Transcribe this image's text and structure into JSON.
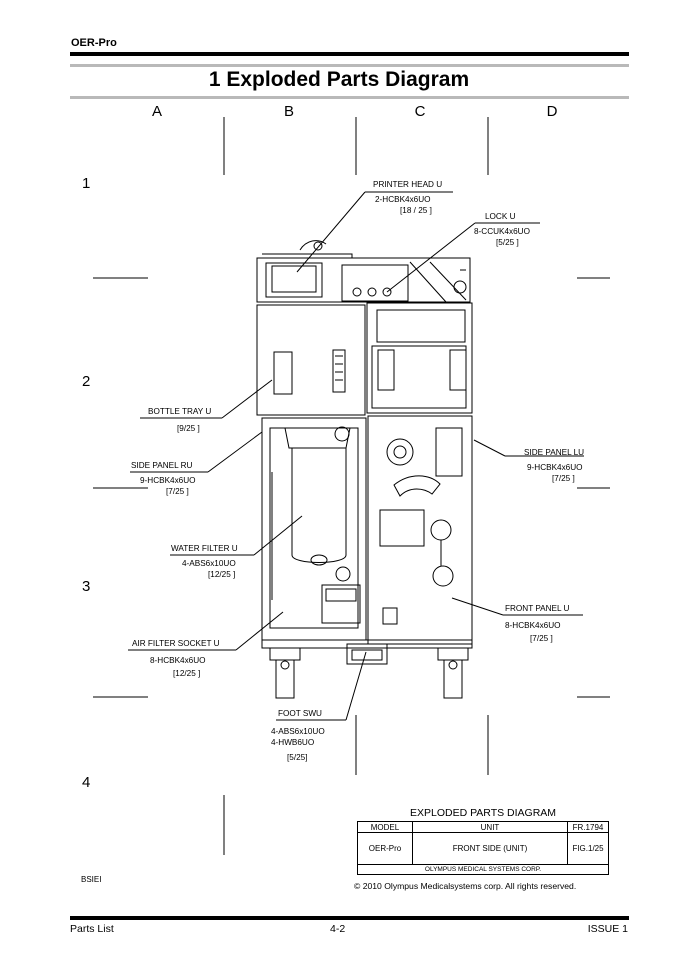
{
  "header": {
    "model": "OER-Pro"
  },
  "page_title": "1 Exploded Parts Diagram",
  "grid": {
    "columns": [
      "A",
      "B",
      "C",
      "D"
    ],
    "rows": [
      "1",
      "2",
      "3",
      "4"
    ]
  },
  "callouts": {
    "printer_head": {
      "name": "PRINTER HEAD U",
      "part": "2-HCBK4x6UO",
      "ref": "[18 / 25 ]"
    },
    "lock": {
      "name": "LOCK U",
      "part": "8-CCUK4x6UO",
      "ref": "[5/25 ]"
    },
    "bottle_tray": {
      "name": "BOTTLE TRAY U",
      "ref": "[9/25 ]"
    },
    "side_panel_ru": {
      "name": "SIDE PANEL RU",
      "part": "9-HCBK4x6UO",
      "ref": "[7/25 ]"
    },
    "side_panel_lu": {
      "name": "SIDE PANEL LU",
      "part": "9-HCBK4x6UO",
      "ref": "[7/25 ]"
    },
    "water_filter": {
      "name": "WATER FILTER U",
      "part": "4-ABS6x10UO",
      "ref": "[12/25 ]"
    },
    "front_panel": {
      "name": "FRONT PANEL U",
      "part": "8-HCBK4x6UO",
      "ref": "[7/25 ]"
    },
    "air_filter_socket": {
      "name": "AIR FILTER SOCKET U",
      "part": "8-HCBK4x6UO",
      "ref": "[12/25 ]"
    },
    "foot_sw": {
      "name": "FOOT SWU",
      "part1": "4-ABS6x10UO",
      "part2": "4-HWB6UO",
      "ref": "[5/25]"
    }
  },
  "title_block": {
    "heading": "EXPLODED PARTS DIAGRAM",
    "col_model": "MODEL",
    "col_unit": "UNIT",
    "col_fr": "FR.1794",
    "model": "OER-Pro",
    "unit": "FRONT SIDE (UNIT)",
    "fig": "FIG.1/25",
    "company": "OLYMPUS MEDICAL SYSTEMS CORP.",
    "copyright": "© 2010 Olympus Medicalsystems corp. All rights reserved."
  },
  "bsiei": "BSIEI",
  "footer": {
    "left": "Parts List",
    "center": "4-2",
    "right": "ISSUE 1"
  }
}
